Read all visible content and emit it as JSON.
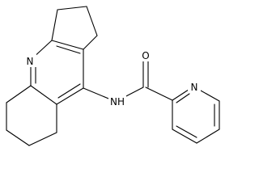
{
  "molecule": {
    "atoms": {
      "quinoline_n": {
        "label": "N"
      },
      "amide_nh": {
        "label": "NH"
      },
      "carbonyl_o": {
        "label": "O"
      },
      "pyridine_n": {
        "label": "N"
      }
    }
  }
}
